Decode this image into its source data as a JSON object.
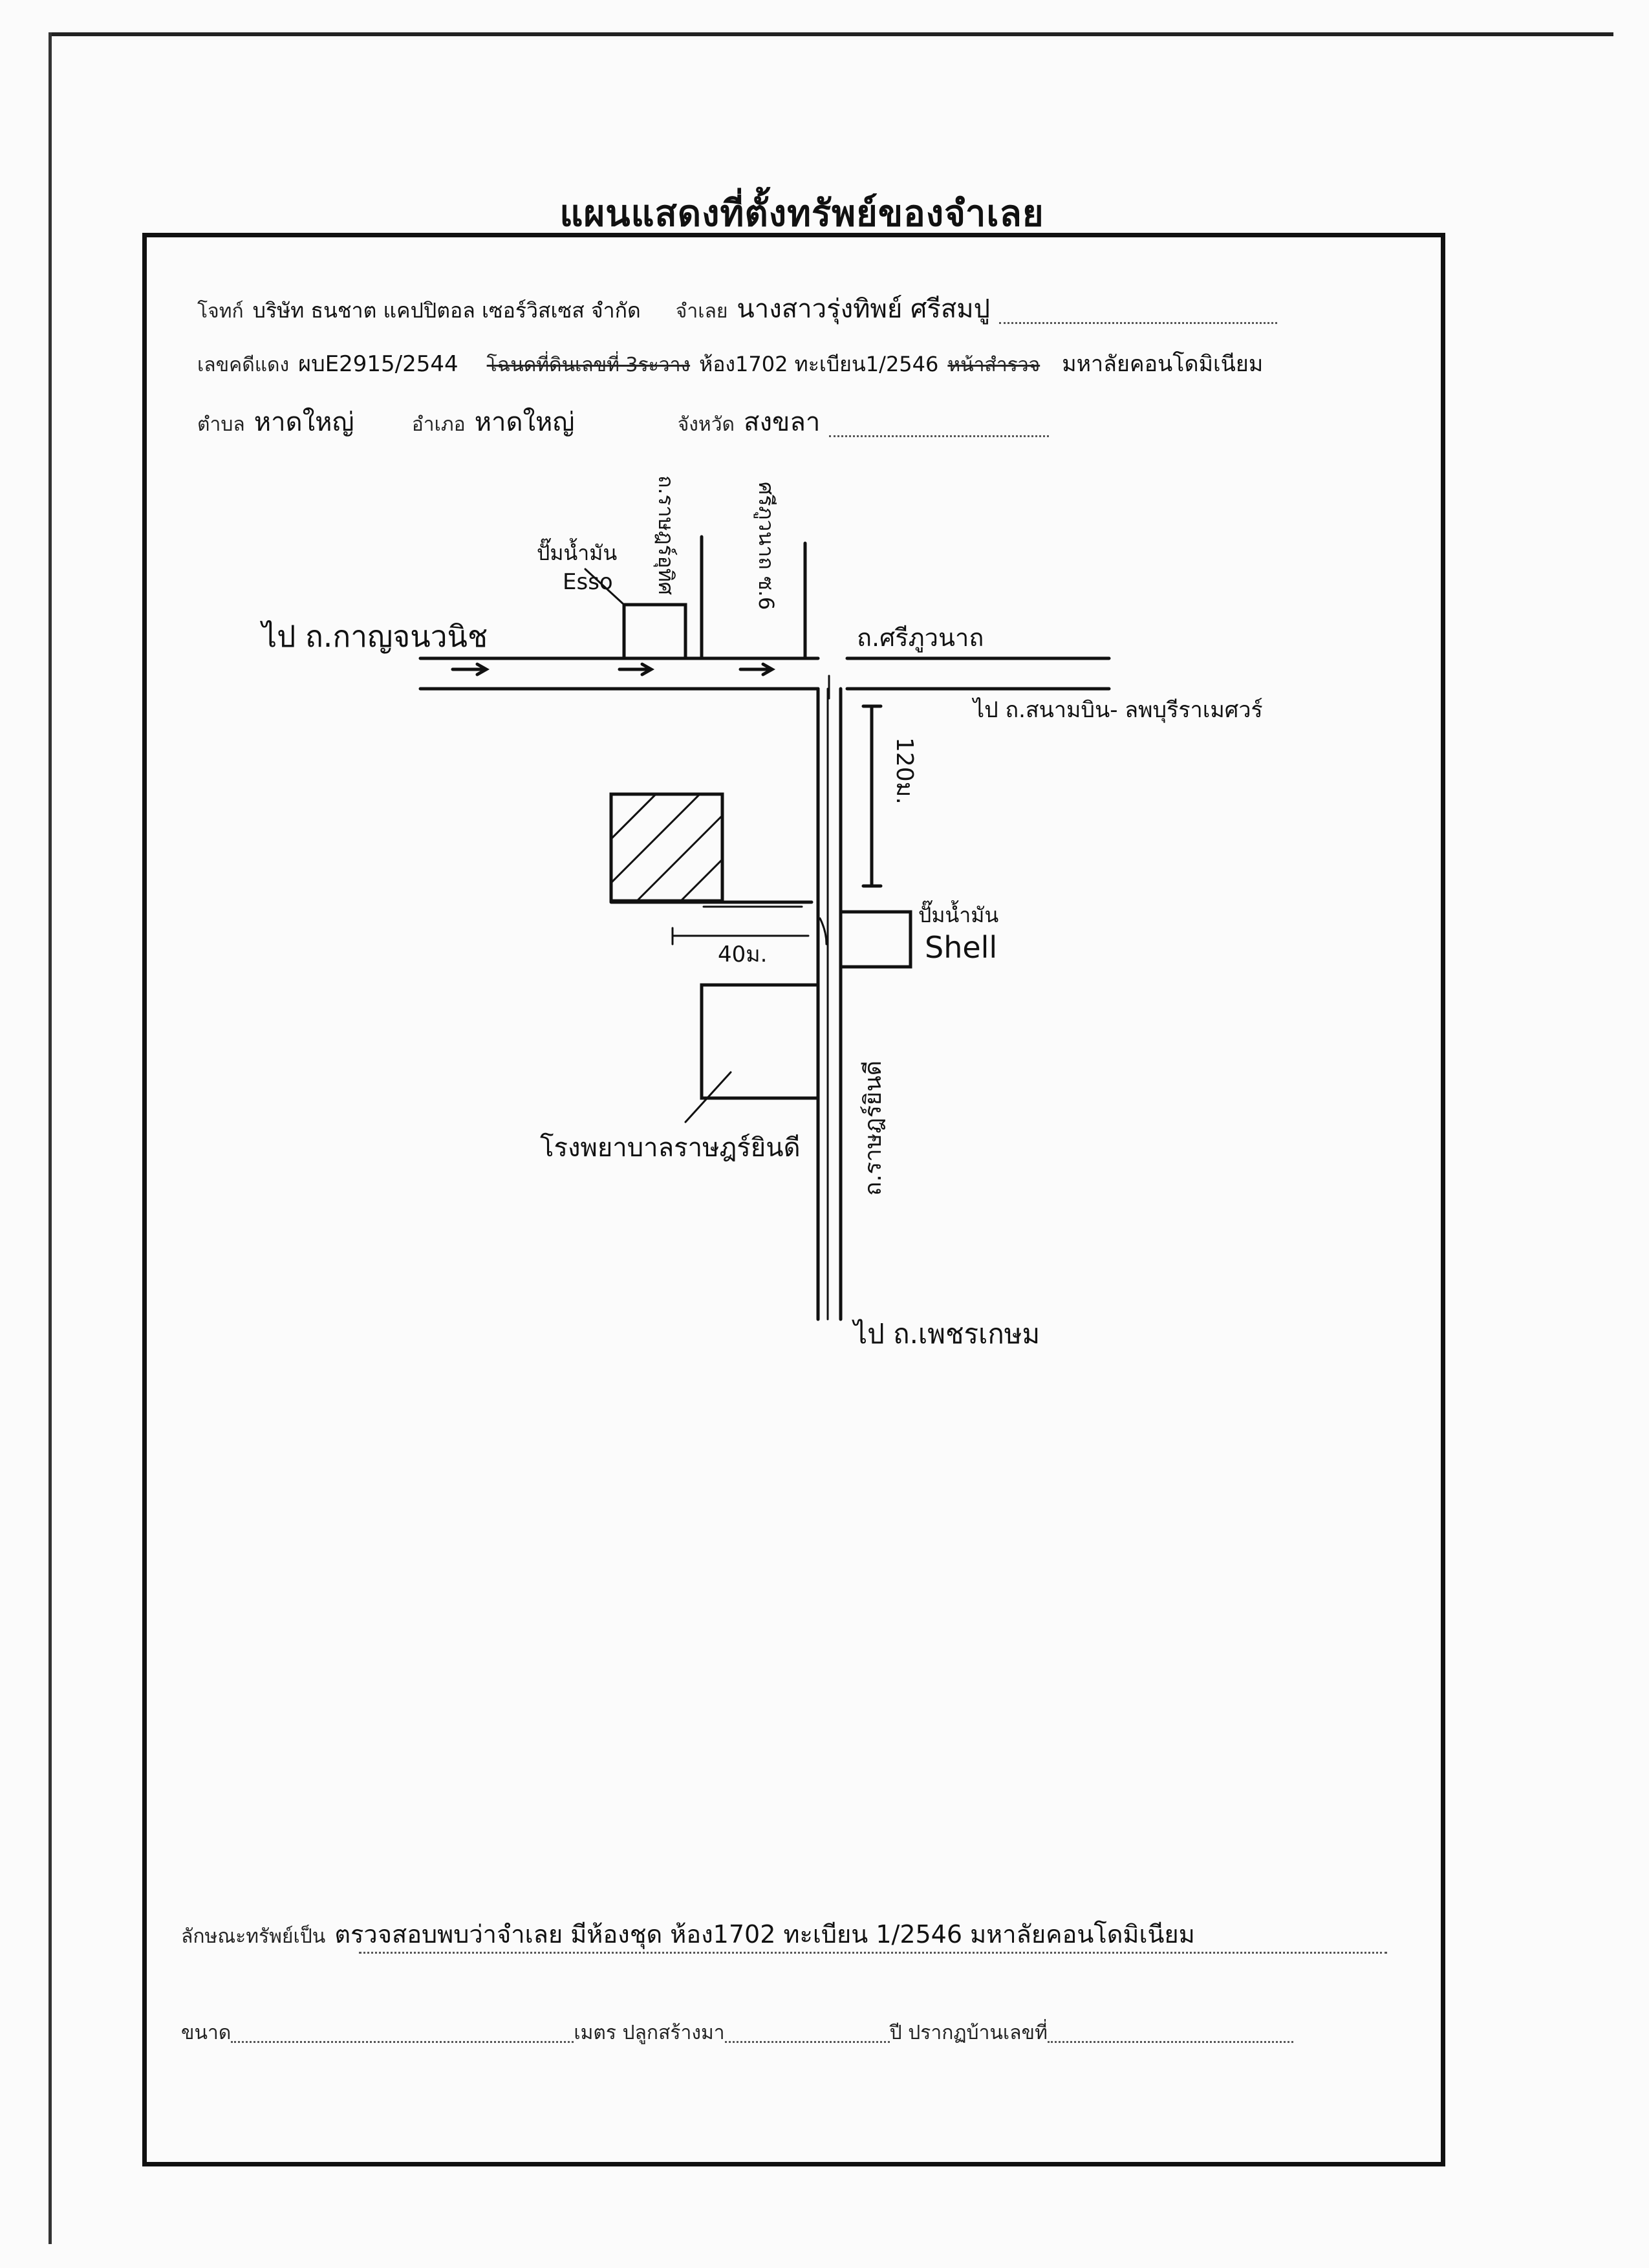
{
  "title": "แผนแสดงที่ตั้งทรัพย์ของจำเลย",
  "header": {
    "plaintiff_label": "โจทก์",
    "plaintiff_value": "บริษัท ธนชาต แคปปิตอล เซอร์วิสเซส จำกัด",
    "defendant_label": "จำเลย",
    "defendant_value": "นางสาวรุ่งทิพย์ ศรีสมปู",
    "case_label": "เลขคดีแดง",
    "case_value": "ผบE2915/2544",
    "title_deed_struck": "โฉนดที่ดินเลขที่ 3ระวาง",
    "unit_value": "ห้อง1702 ทะเบียน1/2546",
    "page_struck": "หน้าสำรวจ",
    "building_value": "มหาลัยคอนโดมิเนียม",
    "subdistrict_label": "ตำบล",
    "subdistrict_value": "หาดใหญ่",
    "district_label": "อำเภอ",
    "district_value": "หาดใหญ่",
    "province_label": "จังหวัด",
    "province_value": "สงขลา"
  },
  "map": {
    "gas_esso_label": "ปั๊มน้ำมัน",
    "gas_esso_brand": "Esso",
    "road_ratuthit": "ถ.ราษฎร์อุทิศ",
    "road_sriphuwanat_soi": "ศรีภูวนาถ ซ.6",
    "to_kanjanawanit": "ไป ถ.กาญจนวนิช",
    "road_sriphuwanat": "ถ.ศรีภูวนาถ",
    "to_airport": "ไป ถ.สนามบิน- ลพบุรีราเมศวร์",
    "distance_120": "120ม.",
    "distance_40": "40ม.",
    "gas_shell_label": "ปั๊มน้ำมัน",
    "gas_shell_brand": "Shell",
    "hospital": "โรงพยาบาลราษฎร์ยินดี",
    "road_ratyindee": "ถ.ราษฎร์ยินดี",
    "to_phetkasem": "ไป ถ.เพชรเกษม"
  },
  "footer": {
    "property_label": "ลักษณะทรัพย์เป็น",
    "property_value": "ตรวจสอบพบว่าจำเลย มีห้องชุด ห้อง1702 ทะเบียน 1/2546 มหาลัยคอนโดมิเนียม",
    "size_label": "ขนาด",
    "size_unit_label": "เมตร ปลูกสร้างมา",
    "year_label": "ปี ปรากฏบ้านเลขที่"
  }
}
